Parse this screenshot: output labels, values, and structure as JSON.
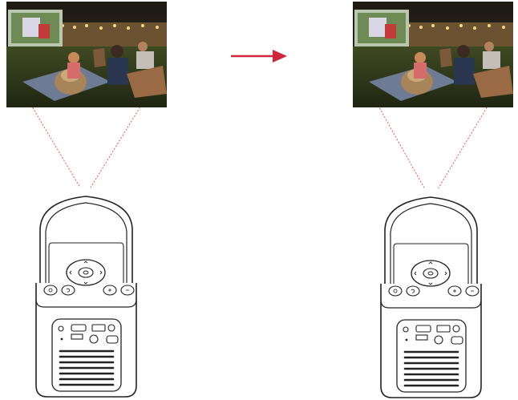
{
  "diagram": {
    "panels": [
      {
        "id": "before",
        "photo_desc_icon": "outdoor-movie-night-photo",
        "device_icon": "projector-icon"
      },
      {
        "id": "after",
        "photo_desc_icon": "outdoor-movie-night-photo",
        "device_icon": "projector-icon"
      }
    ],
    "arrow": {
      "icon": "right-arrow-icon",
      "color": "#d0253a"
    },
    "projection_line_color": "#e0444f",
    "device_buttons": [
      "power",
      "back",
      "plus",
      "minus"
    ]
  }
}
